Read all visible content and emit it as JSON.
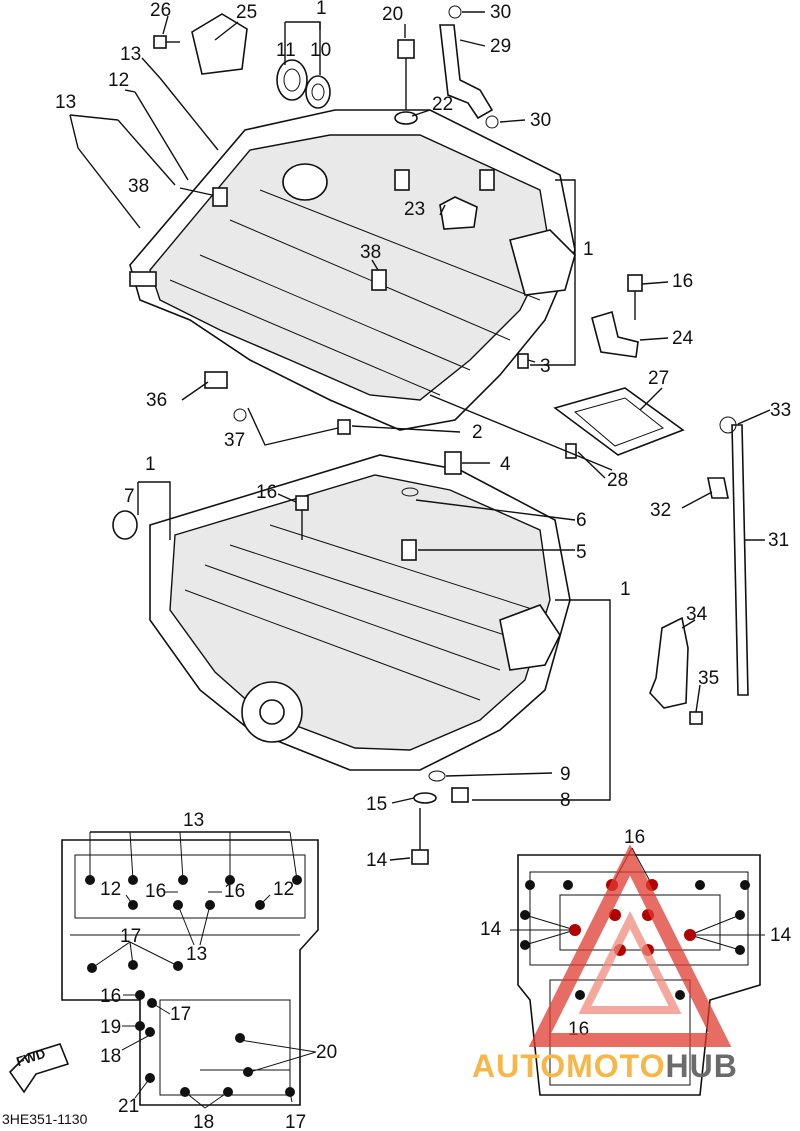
{
  "diagram": {
    "callouts": [
      "1",
      "2",
      "3",
      "4",
      "5",
      "6",
      "7",
      "8",
      "9",
      "10",
      "11",
      "12",
      "13",
      "14",
      "15",
      "16",
      "17",
      "18",
      "19",
      "20",
      "21",
      "22",
      "23",
      "24",
      "25",
      "26",
      "27",
      "28",
      "29",
      "30",
      "31",
      "32",
      "33",
      "34",
      "35",
      "36",
      "37",
      "38"
    ],
    "detail_left_labels": [
      "13",
      "12",
      "16",
      "16",
      "12",
      "17",
      "13",
      "16",
      "17",
      "19",
      "18",
      "20",
      "21",
      "18",
      "17"
    ],
    "detail_right_labels": [
      "16",
      "14",
      "14",
      "16"
    ],
    "fwd_label": "FWD",
    "page_code": "3HE351-1130",
    "watermark": {
      "part1": "AUTO",
      "part2": "MOTO",
      "part3": "HUB"
    },
    "colors": {
      "line": "#111111",
      "watermark_orange": "#f7b648",
      "watermark_red": "#e03b30",
      "watermark_gray": "#6b6b6b"
    }
  }
}
